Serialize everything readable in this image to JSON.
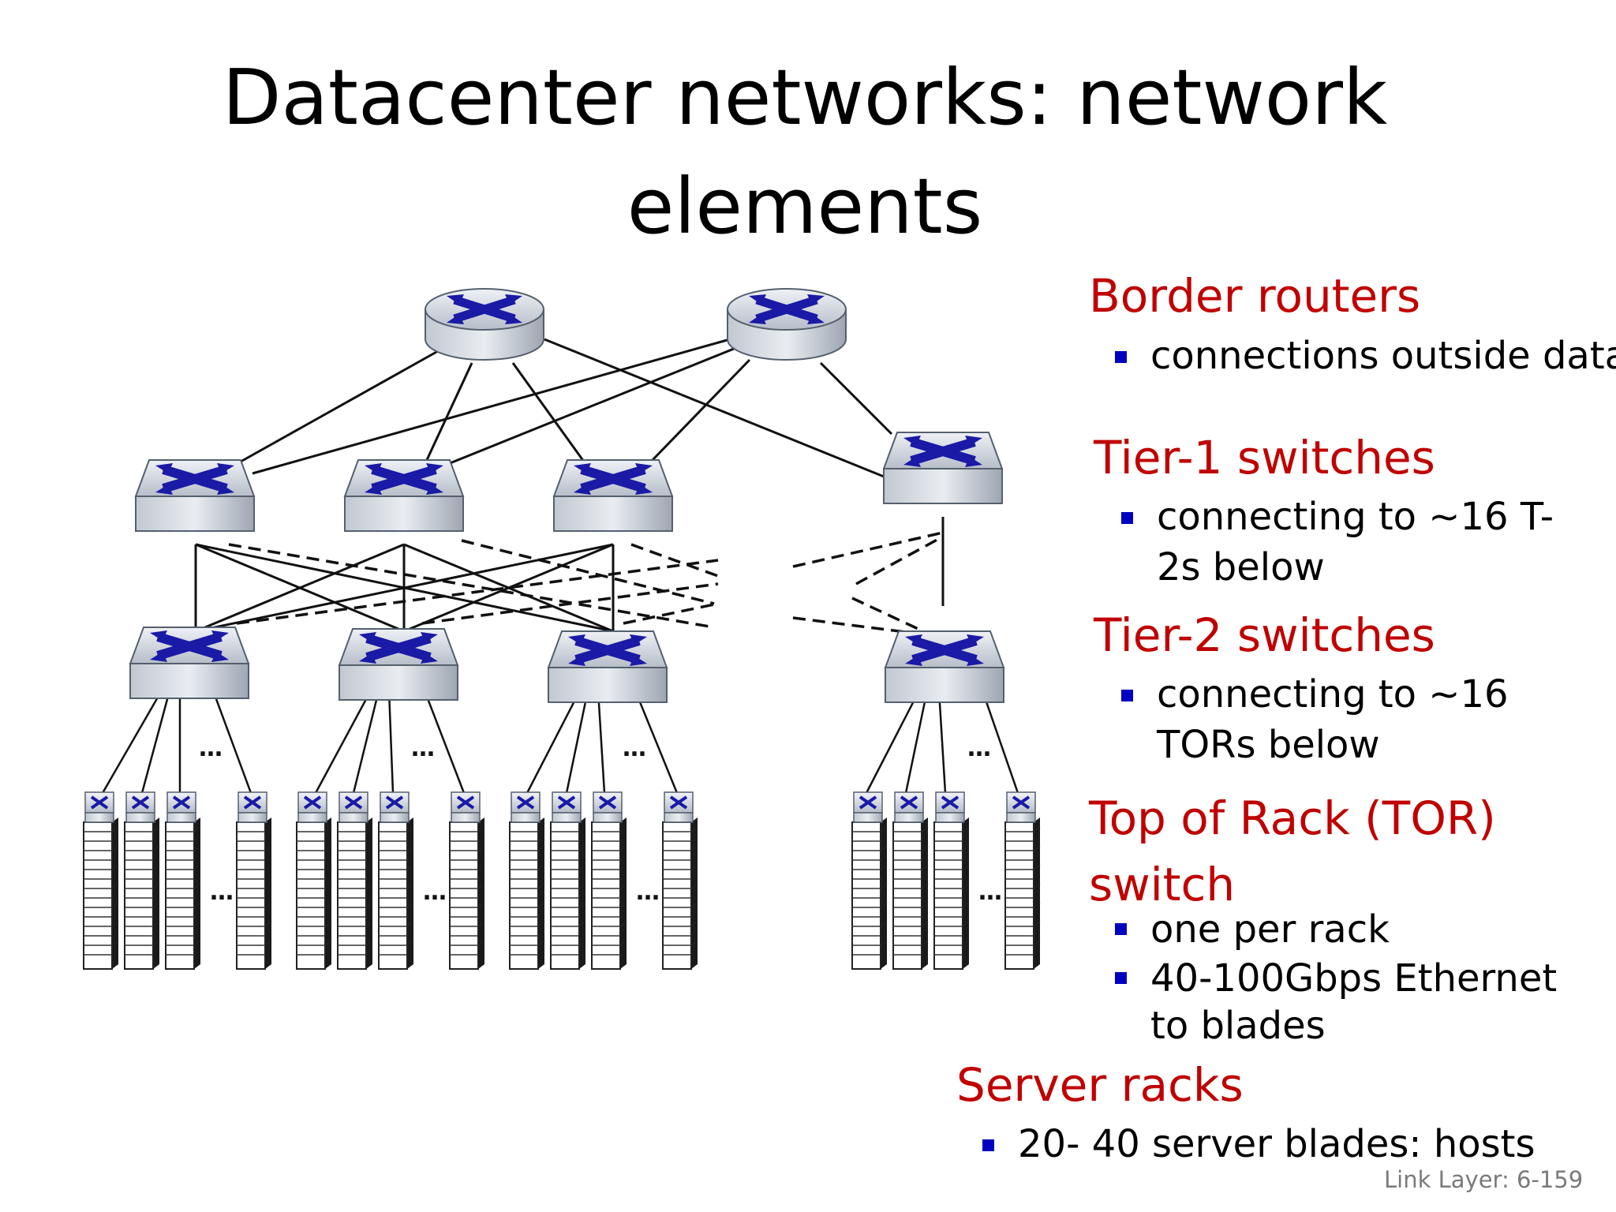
{
  "title": {
    "line1": "Datacenter networks: network",
    "line2": "elements"
  },
  "legend": {
    "border_routers": {
      "heading": "Border routers",
      "bullet": "connections outside datac"
    },
    "tier1": {
      "heading": "Tier-1 switches",
      "bullet_line1": "connecting to  ~16 T-",
      "bullet_line2": "2s below"
    },
    "tier2": {
      "heading": "Tier-2 switches",
      "bullet_line1": "connecting to  ~16",
      "bullet_line2": "TORs below"
    },
    "tor": {
      "heading_line1": "Top of Rack (TOR)",
      "heading_line2": "switch",
      "bullet1": "one per rack",
      "bullet2_line1": "40-100Gbps Ethernet",
      "bullet2_line2": "to blades"
    },
    "server_racks": {
      "heading": "Server racks",
      "bullet": "20- 40 server blades: hosts"
    }
  },
  "diagram": {
    "ellipsis": "…",
    "switch_icon": "crossed-arrows-switch-icon",
    "router_icon": "crossed-arrows-router-icon",
    "colors": {
      "icon_blue": "#1a1aa6",
      "device_gray": "#c9ced6",
      "label_red": "#c00000",
      "bullet_blue": "#0000c0"
    }
  },
  "footer": "Link Layer: 6-159"
}
